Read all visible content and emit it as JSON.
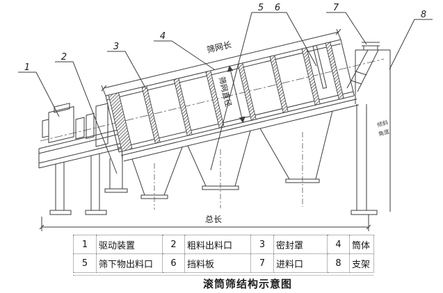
{
  "caption": "滚筒筛结构示意图",
  "diagram": {
    "dims": {
      "screen_length": "筛网长",
      "total_length": "总长",
      "screen_diameter": "筛网直径"
    },
    "side_note": {
      "line1": "倾斜",
      "line2": "角度"
    },
    "callouts": [
      "1",
      "2",
      "3",
      "4",
      "5",
      "6",
      "7",
      "8"
    ]
  },
  "table": {
    "items": [
      {
        "num": "1",
        "label": "驱动装置"
      },
      {
        "num": "2",
        "label": "粗料出料口"
      },
      {
        "num": "3",
        "label": "密封罩"
      },
      {
        "num": "4",
        "label": "筒体"
      },
      {
        "num": "5",
        "label": "筛下物出料口"
      },
      {
        "num": "6",
        "label": "挡料板"
      },
      {
        "num": "7",
        "label": "进料口"
      },
      {
        "num": "8",
        "label": "支架"
      }
    ]
  }
}
